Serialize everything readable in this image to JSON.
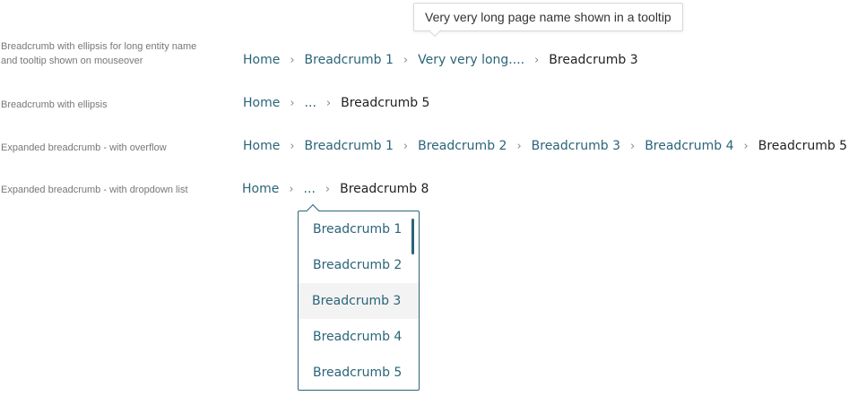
{
  "examples": [
    {
      "label": "Breadcrumb with ellipsis for long entity name and tooltip shown on mouseover",
      "tooltip": "Very very long page name shown in a tooltip",
      "items": [
        {
          "text": "Home",
          "type": "link"
        },
        {
          "text": "Breadcrumb 1",
          "type": "link"
        },
        {
          "text": "Very very long....",
          "type": "link"
        },
        {
          "text": "Breadcrumb 3",
          "type": "current"
        }
      ]
    },
    {
      "label": "Breadcrumb with ellipsis",
      "items": [
        {
          "text": "Home",
          "type": "link"
        },
        {
          "text": "...",
          "type": "link"
        },
        {
          "text": "Breadcrumb 5",
          "type": "current"
        }
      ]
    },
    {
      "label": "Expanded breadcrumb - with overflow",
      "items": [
        {
          "text": "Home",
          "type": "link"
        },
        {
          "text": "Breadcrumb 1",
          "type": "link"
        },
        {
          "text": "Breadcrumb 2",
          "type": "link"
        },
        {
          "text": "Breadcrumb 3",
          "type": "link"
        },
        {
          "text": "Breadcrumb 4",
          "type": "link"
        },
        {
          "text": "Breadcrumb 5",
          "type": "current"
        }
      ]
    },
    {
      "label": "Expanded breadcrumb - with dropdown list",
      "items": [
        {
          "text": "Home",
          "type": "link"
        },
        {
          "text": "...",
          "type": "link"
        },
        {
          "text": "Breadcrumb 8",
          "type": "current"
        }
      ],
      "dropdown": {
        "items": [
          "Breadcrumb 1",
          "Breadcrumb 2",
          "Breadcrumb 3",
          "Breadcrumb 4",
          "Breadcrumb 5"
        ],
        "hovered": "Breadcrumb 3"
      }
    }
  ],
  "separator": "›",
  "colors": {
    "link": "#2a6478",
    "current": "#222222",
    "label": "#777777",
    "separator": "#888888"
  },
  "icons": {
    "separator": "chevron-right-icon"
  }
}
